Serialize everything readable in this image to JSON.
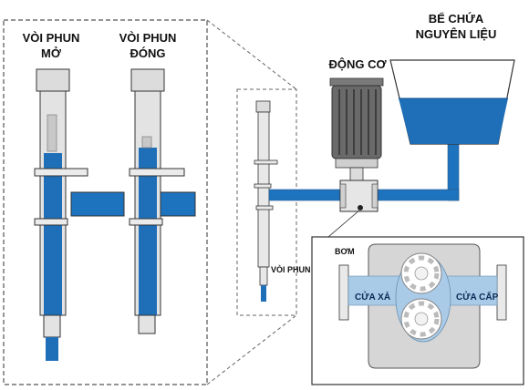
{
  "labels": {
    "nozzle_open_line1": "VÒI PHUN",
    "nozzle_open_line2": "MỞ",
    "nozzle_closed_line1": "VÒI PHUN",
    "nozzle_closed_line2": "ĐÓNG",
    "motor": "ĐỘNG CƠ",
    "tank_line1": "BỂ CHỨA",
    "tank_line2": "NGUYÊN LIỆU",
    "pump": "BƠM",
    "nozzle": "VÒI PHUN",
    "outlet": "CỬA XẢ",
    "inlet": "CỬA CẤP"
  },
  "colors": {
    "fluid_blue": "#1f6fb8",
    "pipe_blue": "#1e73be",
    "light_blue": "#a9cbe8",
    "steel_gray": "#d9d9d9",
    "outline": "#333333"
  }
}
